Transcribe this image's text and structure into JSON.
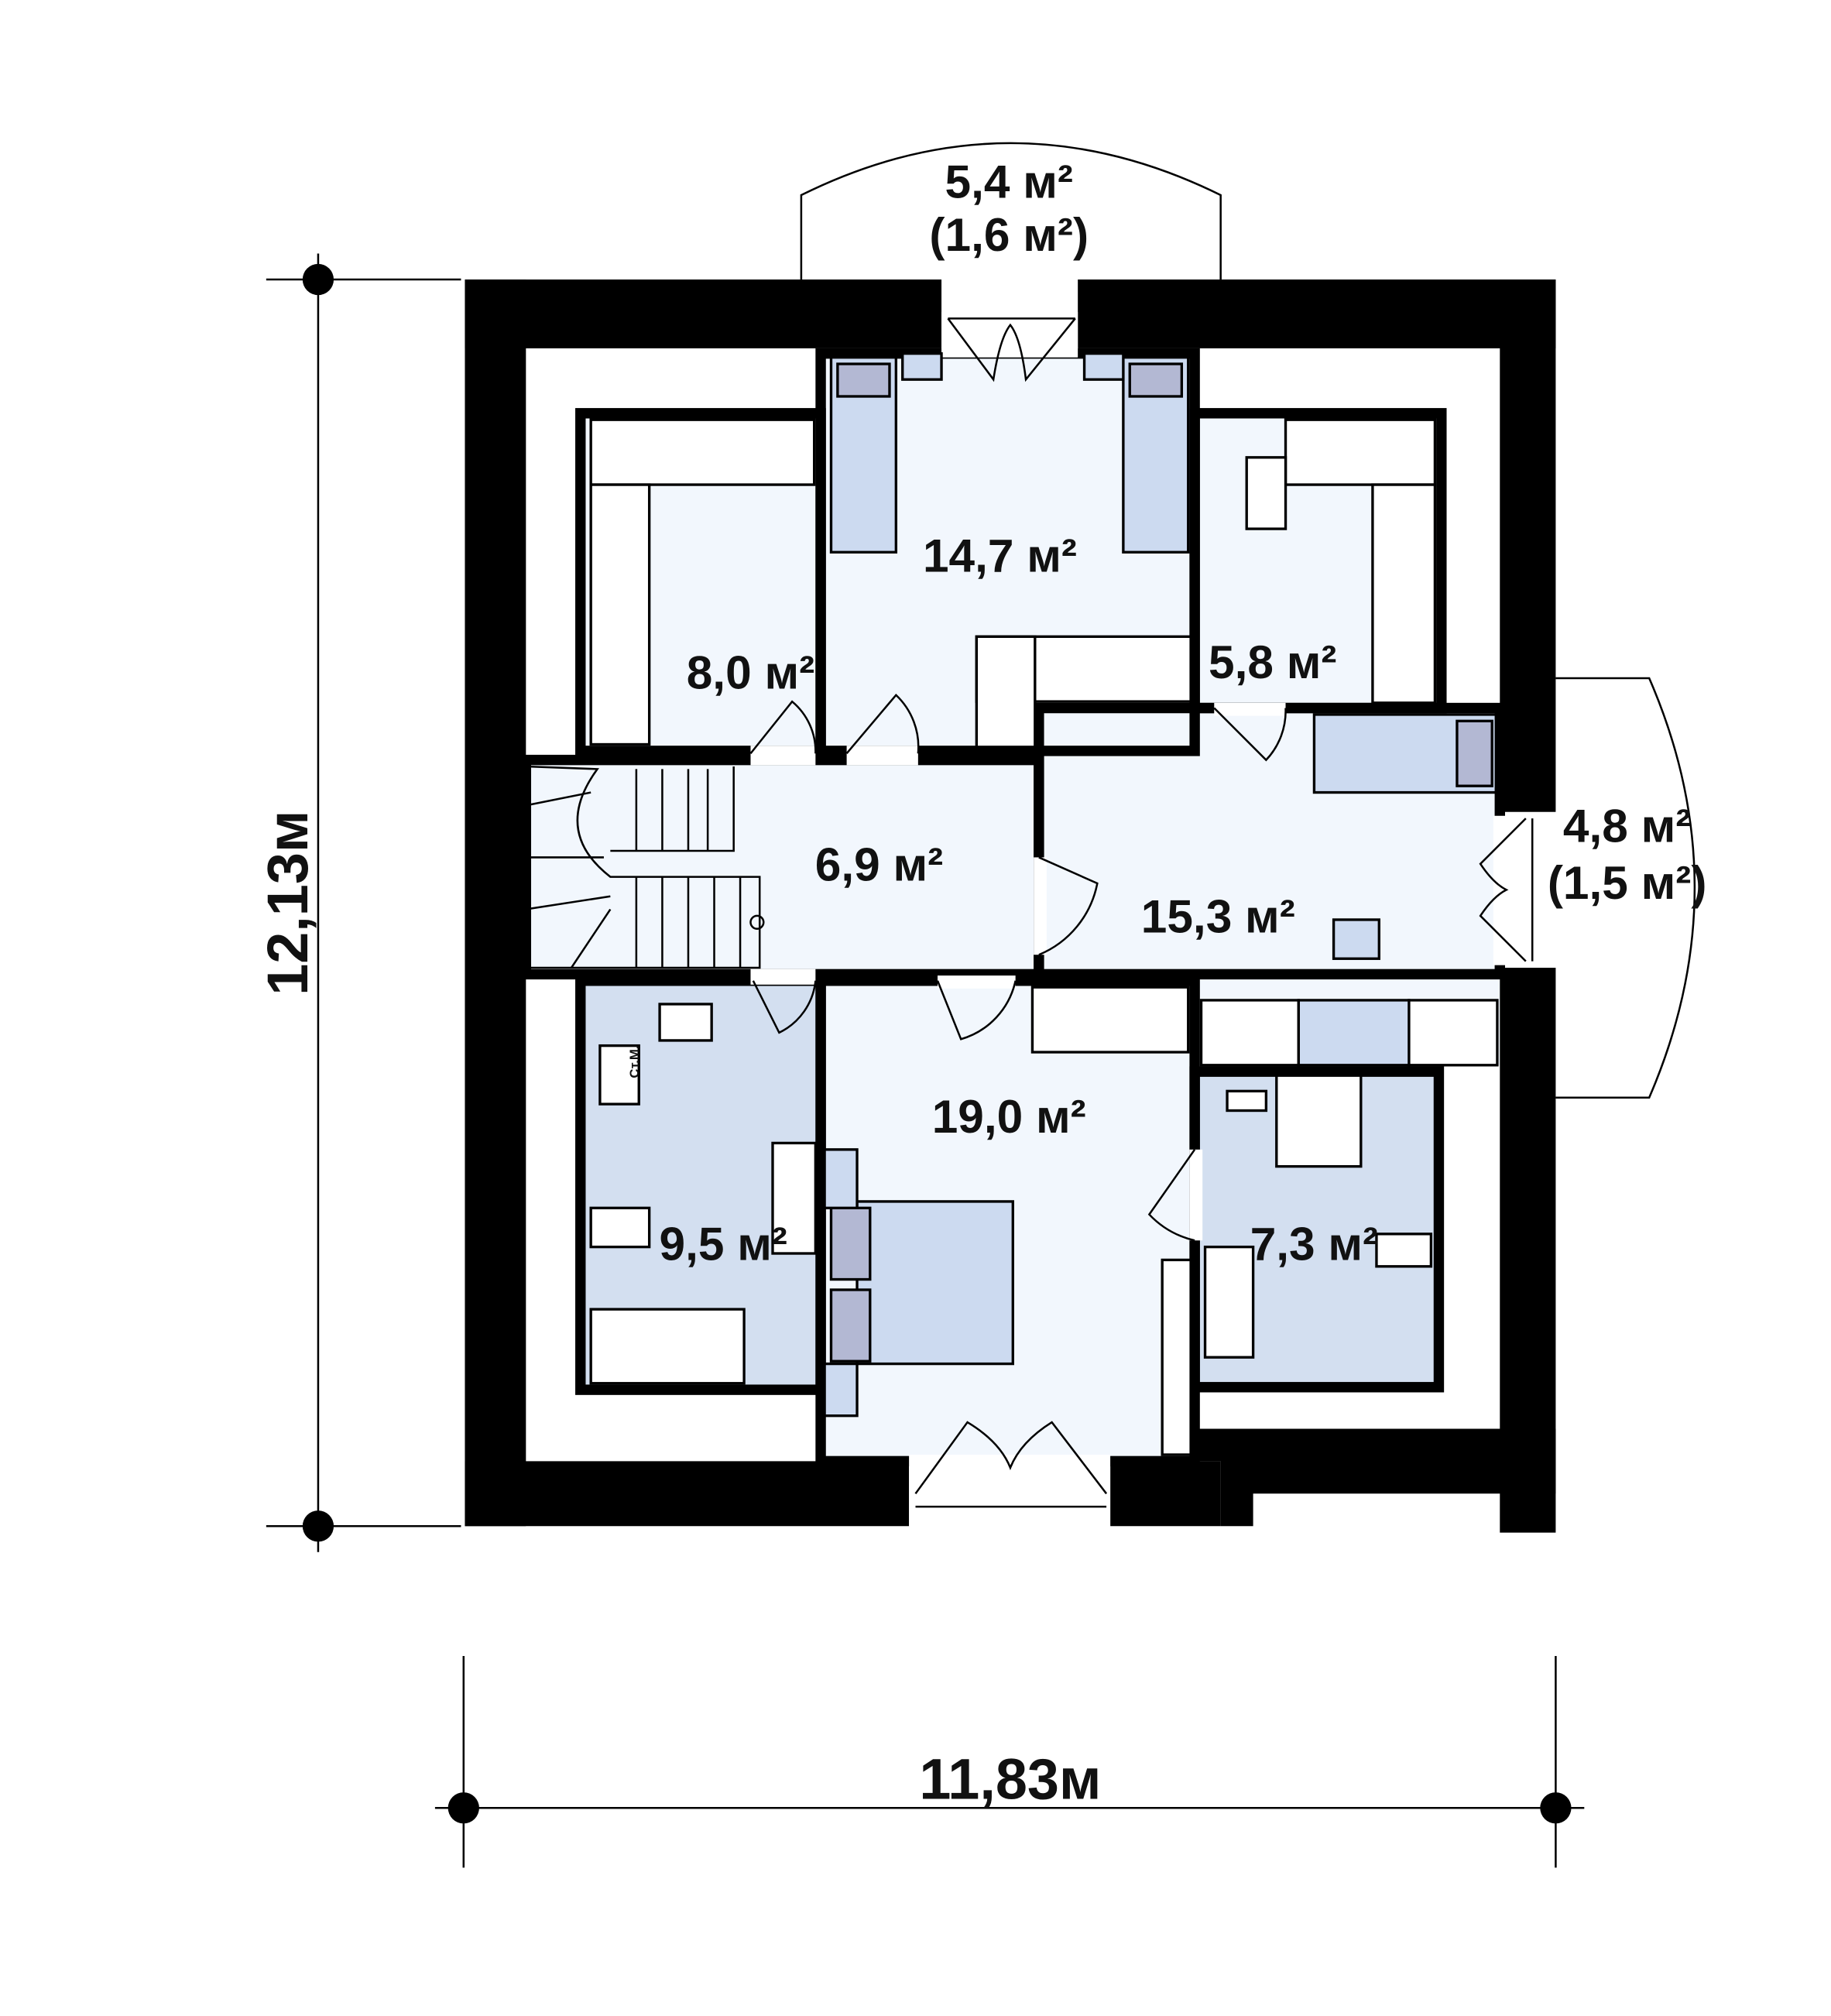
{
  "plan": {
    "dimensions": {
      "height_label": "12,13м",
      "width_label": "11,83м"
    },
    "rooms": [
      {
        "id": "room-8-0",
        "area": "8,0 м²"
      },
      {
        "id": "room-14-7",
        "area": "14,7 м²"
      },
      {
        "id": "room-5-8",
        "area": "5,8 м²"
      },
      {
        "id": "room-6-9",
        "area": "6,9 м²"
      },
      {
        "id": "room-15-3",
        "area": "15,3 м²"
      },
      {
        "id": "room-19-0",
        "area": "19,0 м²"
      },
      {
        "id": "room-9-5",
        "area": "9,5 м²"
      },
      {
        "id": "room-7-3",
        "area": "7,3 м²"
      }
    ],
    "balconies": [
      {
        "id": "balcony-top",
        "area": "5,4 м²",
        "sub_area": "(1,6 м²)"
      },
      {
        "id": "balcony-right",
        "area": "4,8 м²",
        "sub_area": "(1,5 м²)"
      }
    ],
    "appliance_label": "Ст.М.",
    "colors": {
      "wall": "#000000",
      "room_light": "#f2f7fd",
      "bathroom": "#d3dff0",
      "furniture": "#ccdaf0",
      "pillow": "#b3b8d3"
    }
  }
}
